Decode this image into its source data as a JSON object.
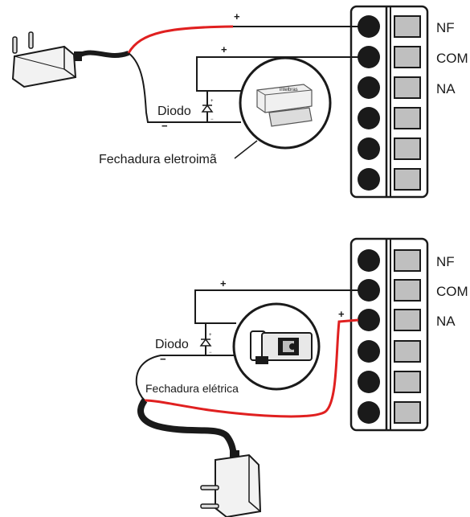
{
  "terminals": [
    "NF",
    "COM",
    "NA"
  ],
  "signs": {
    "plus": "+",
    "minus": "−"
  },
  "diagram_top": {
    "diode_label": "Diodo",
    "lock_label": "Fechadura eletroimã"
  },
  "diagram_bottom": {
    "diode_label": "Diodo",
    "lock_label": "Fechadura elétrica"
  },
  "colors": {
    "positive_wire": "#e02020",
    "cable": "#1a1a1a",
    "line": "#1a1a1a"
  }
}
